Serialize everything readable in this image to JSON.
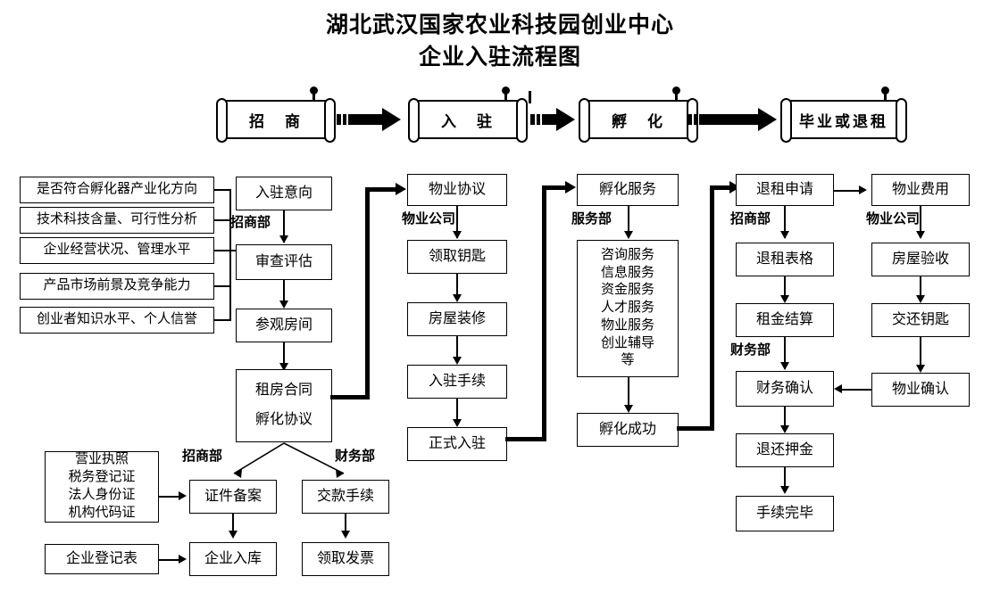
{
  "title": {
    "line1": "湖北武汉国家农业科技园创业中心",
    "line2": "企业入驻流程图"
  },
  "stages": [
    {
      "label": "招　商"
    },
    {
      "label": "入　驻"
    },
    {
      "label": "孵　化"
    },
    {
      "label": "毕业或退租"
    }
  ],
  "criteria": [
    "是否符合孵化器产业化方向",
    "技术科技含量、可行性分析",
    "企业经营状况、管理水平",
    "产品市场前景及竞争能力",
    "创业者知识水平、个人信誉"
  ],
  "col_investment": {
    "dept": "招商部",
    "nodes": [
      "入驻意向",
      "审查评估",
      "参观房间"
    ],
    "contract_line1": "租房合同",
    "contract_line2": "孵化协议"
  },
  "col_property": {
    "dept": "物业公司",
    "nodes": [
      "物业协议",
      "领取钥匙",
      "房屋装修",
      "入驻手续",
      "正式入驻"
    ]
  },
  "col_service": {
    "dept": "服务部",
    "head": "孵化服务",
    "services": [
      "咨询服务",
      "信息服务",
      "资金服务",
      "人才服务",
      "物业服务",
      "创业辅导",
      "等"
    ],
    "tail": "孵化成功"
  },
  "col_exit": {
    "dept_top": "招商部",
    "dept_mid": "财务部",
    "nodes": [
      "退租申请",
      "退租表格",
      "租金结算",
      "财务确认",
      "退还押金",
      "手续完毕"
    ]
  },
  "col_handover": {
    "dept": "物业公司",
    "nodes": [
      "物业费用",
      "房屋验收",
      "交还钥匙",
      "物业确认"
    ]
  },
  "bottom": {
    "docs": [
      "营业执照",
      "税务登记证",
      "法人身份证",
      "机构代码证"
    ],
    "registration_form": "企业登记表",
    "dept_left": "招商部",
    "dept_right": "财务部",
    "left_nodes": [
      "证件备案",
      "企业入库"
    ],
    "right_nodes": [
      "交款手续",
      "领取发票"
    ]
  }
}
